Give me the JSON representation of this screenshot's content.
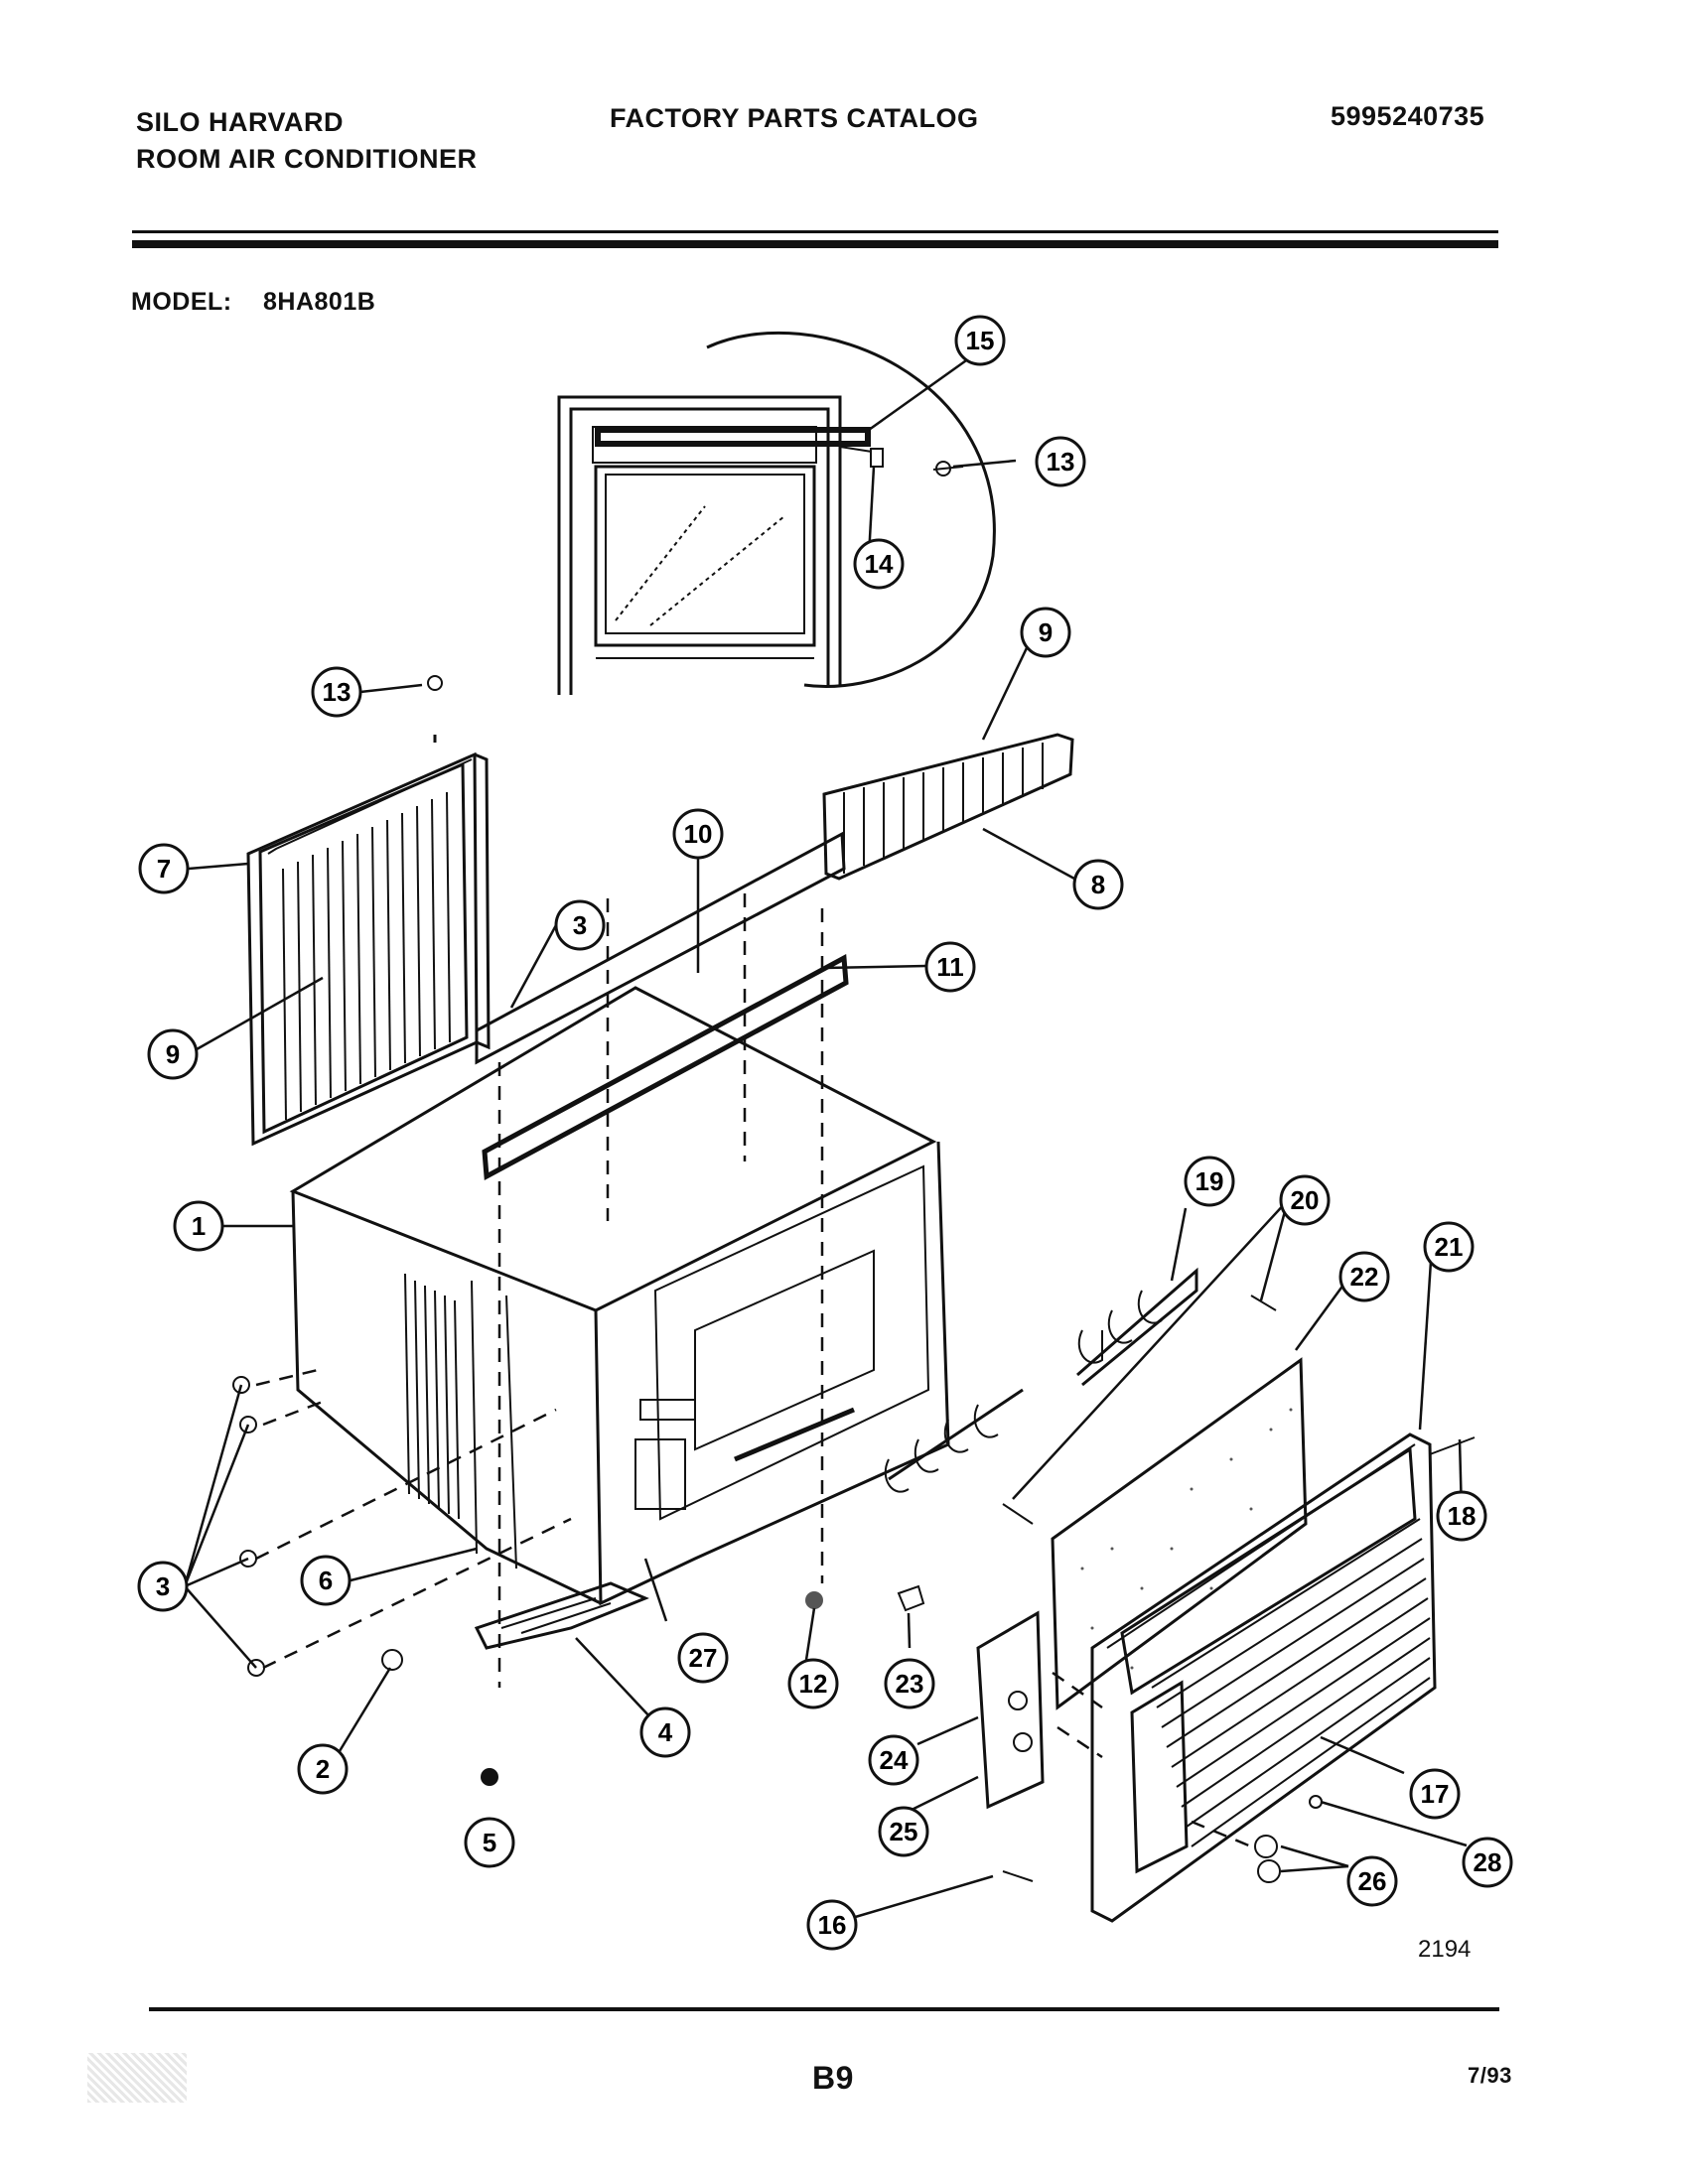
{
  "header": {
    "brand": "SILO HARVARD",
    "product": "ROOM AIR CONDITIONER",
    "catalog_title": "FACTORY PARTS CATALOG",
    "catalog_number": "5995240735",
    "model_label": "MODEL:",
    "model_value": "8HA801B"
  },
  "diagram": {
    "drawing_number": "2194",
    "callouts": [
      "1",
      "2",
      "3",
      "3",
      "4",
      "5",
      "6",
      "7",
      "8",
      "9",
      "9",
      "9",
      "10",
      "11",
      "12",
      "13",
      "13",
      "14",
      "15",
      "16",
      "17",
      "18",
      "19",
      "20",
      "21",
      "22",
      "23",
      "24",
      "25",
      "26",
      "27",
      "28"
    ]
  },
  "footer": {
    "page_code": "B9",
    "date": "7/93"
  }
}
